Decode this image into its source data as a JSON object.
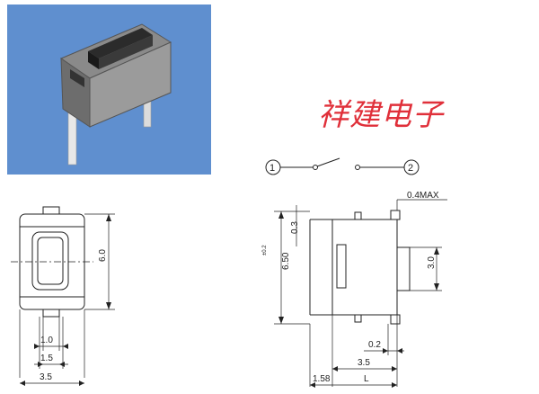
{
  "brand": {
    "text": "祥建电子"
  },
  "photo": {
    "background": "#5f8fcf",
    "subject": "tactile switch with two pins"
  },
  "schematic": {
    "terminal_1": "1",
    "terminal_2": "2"
  },
  "front_view": {
    "dim_height": "6.0",
    "dim_pin_width": "1.0",
    "dim_inner_width": "1.5",
    "dim_body_width": "3.5"
  },
  "side_view": {
    "dim_max": "0.4MAX",
    "dim_top": "0.3",
    "dim_height": "6.50",
    "dim_height_tol": "±0.2",
    "dim_actuator": "3.0",
    "dim_gap": "0.2",
    "dim_body": "3.5",
    "dim_offset": "1.58",
    "dim_length": "L"
  },
  "colors": {
    "brand": "#e0303a",
    "photo_bg": "#5f8fcf",
    "line": "#222222"
  }
}
